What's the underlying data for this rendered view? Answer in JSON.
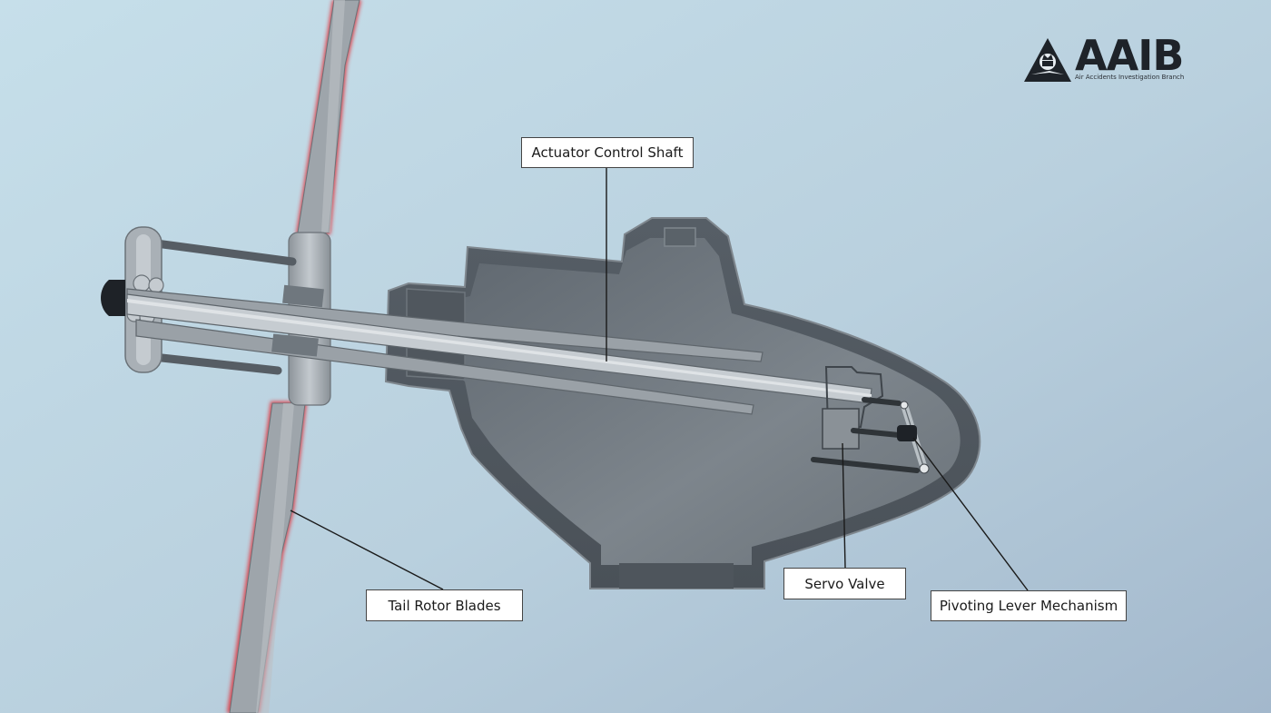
{
  "logo": {
    "name": "AAIB",
    "subtitle": "Air Accidents Investigation Branch"
  },
  "labels": {
    "actuator_control_shaft": "Actuator Control Shaft",
    "tail_rotor_blades": "Tail Rotor Blades",
    "servo_valve": "Servo Valve",
    "pivoting_lever_mechanism": "Pivoting Lever Mechanism"
  },
  "colors": {
    "background_light": "#c4dde8",
    "background_dark": "#a6bccf",
    "housing": "#5b636b",
    "housing_inner": "#6e767e",
    "shaft": "#b8bfc5",
    "blade_highlight": "#e0353d"
  }
}
